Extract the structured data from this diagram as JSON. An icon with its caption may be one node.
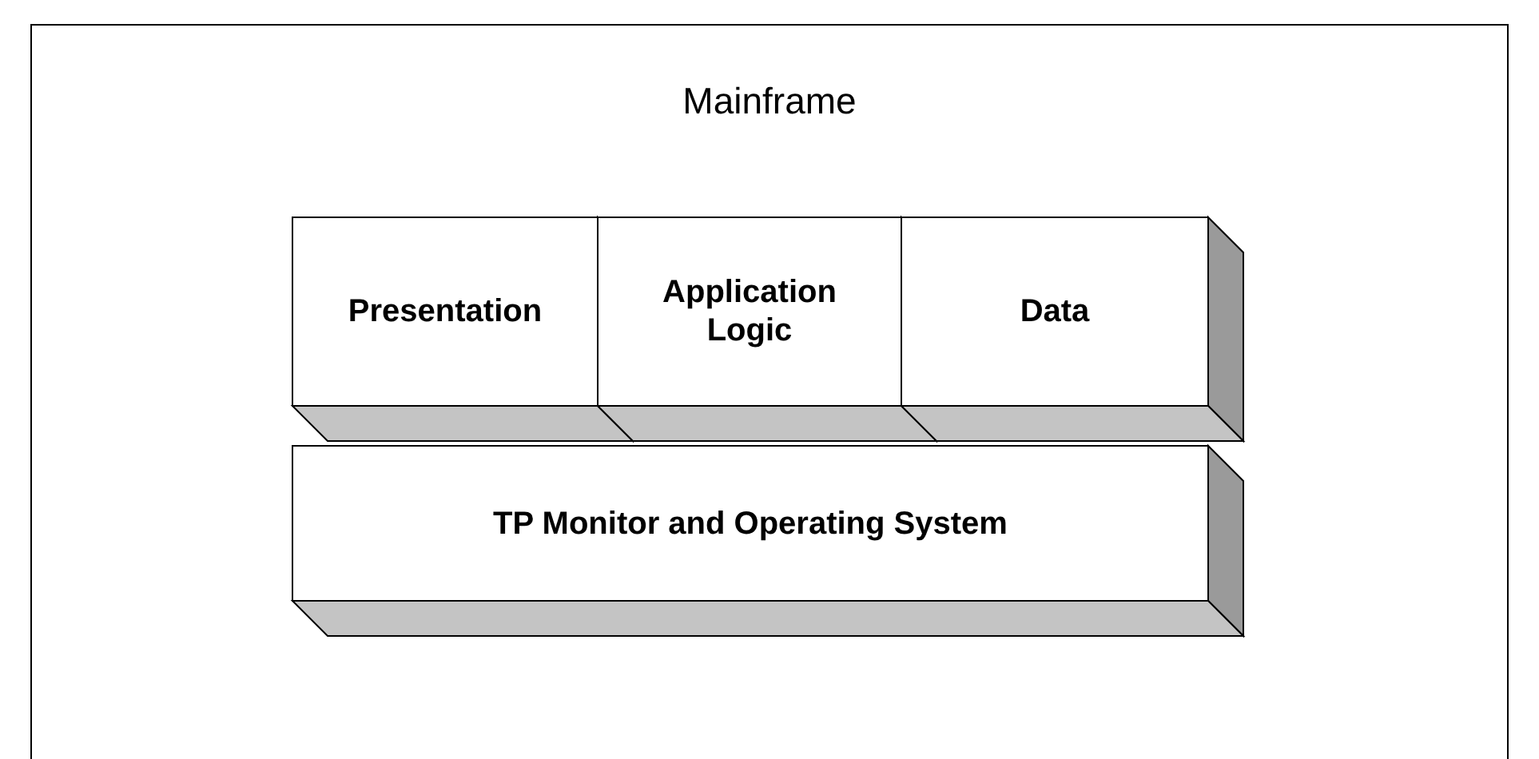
{
  "diagram": {
    "nodes": [
      {
        "text": [
          "Mainframe"
        ]
      },
      {
        "text": [
          "Presentation"
        ],
        "in": 0
      },
      {
        "text": [
          "Application Logic"
        ],
        "in": 0
      },
      {
        "text": [
          "Data"
        ],
        "in": 0
      },
      {
        "text": [
          "TP Monitor and Operating System"
        ],
        "in": 0
      }
    ]
  }
}
